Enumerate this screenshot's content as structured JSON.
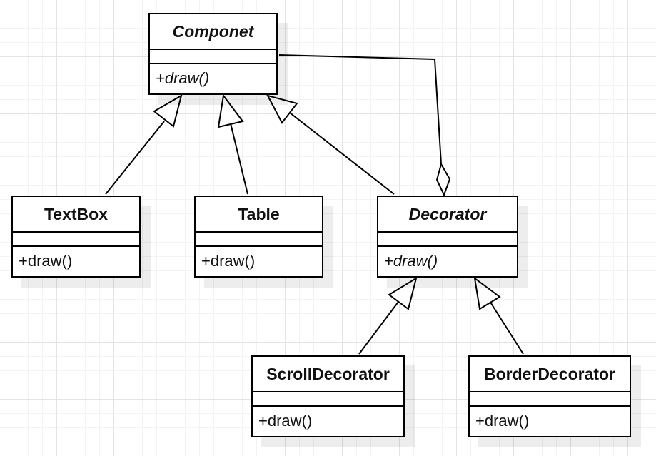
{
  "classes": {
    "componet": {
      "name": "Componet",
      "operation": "+draw()",
      "abstract": true
    },
    "textbox": {
      "name": "TextBox",
      "operation": "+draw()",
      "abstract": false
    },
    "table": {
      "name": "Table",
      "operation": "+draw()",
      "abstract": false
    },
    "decorator": {
      "name": "Decorator",
      "operation": "+draw()",
      "abstract": true
    },
    "scroll_decorator": {
      "name": "ScrollDecorator",
      "operation": "+draw()",
      "abstract": false
    },
    "border_decorator": {
      "name": "BorderDecorator",
      "operation": "+draw()",
      "abstract": false
    }
  },
  "relations": [
    {
      "type": "generalization",
      "from": "TextBox",
      "to": "Componet"
    },
    {
      "type": "generalization",
      "from": "Table",
      "to": "Componet"
    },
    {
      "type": "generalization",
      "from": "Decorator",
      "to": "Componet"
    },
    {
      "type": "aggregation",
      "from": "Decorator",
      "to": "Componet"
    },
    {
      "type": "generalization",
      "from": "ScrollDecorator",
      "to": "Decorator"
    },
    {
      "type": "generalization",
      "from": "BorderDecorator",
      "to": "Decorator"
    }
  ],
  "colors": {
    "line": "#000000",
    "box_fill": "#ffffff",
    "grid": "#e4e4e4"
  }
}
